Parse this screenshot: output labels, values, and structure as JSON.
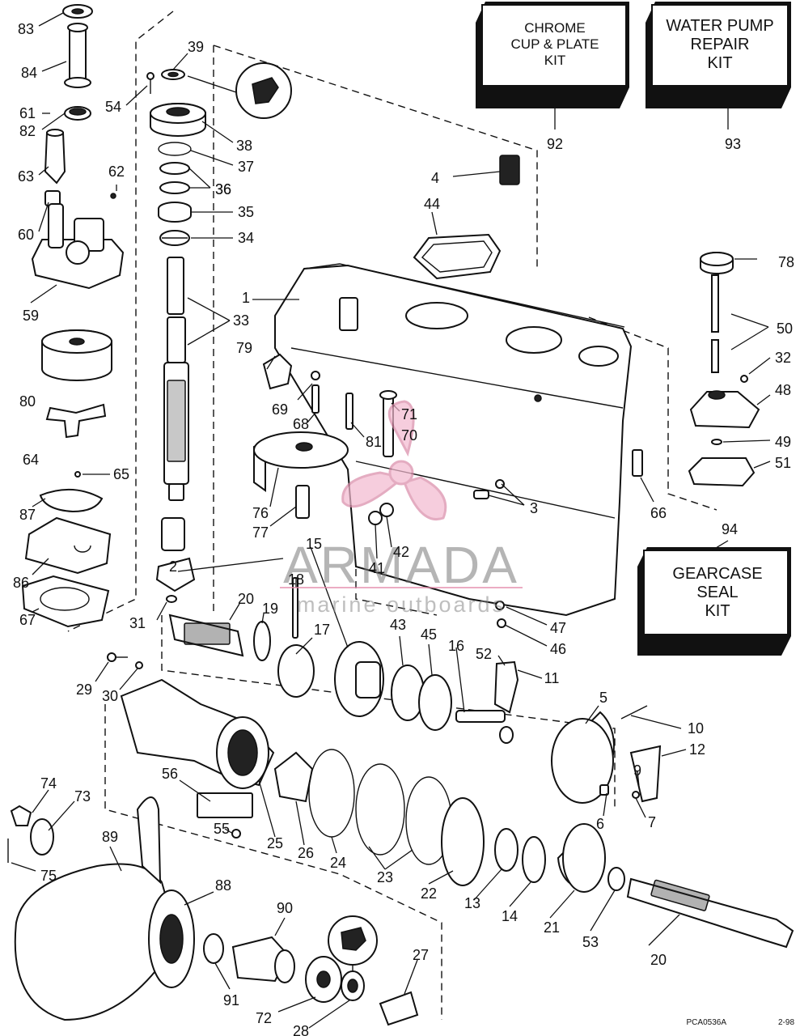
{
  "kits": {
    "chrome": {
      "lines": [
        "CHROME",
        "CUP & PLATE",
        "KIT"
      ],
      "number": "92"
    },
    "water_pump": {
      "lines": [
        "WATER PUMP",
        "REPAIR",
        "KIT"
      ],
      "number": "93"
    },
    "gearcase": {
      "lines": [
        "GEARCASE",
        "SEAL",
        "KIT"
      ],
      "number": "94"
    }
  },
  "watermark": {
    "brand": "ARMADA",
    "tagline": "marine outboards"
  },
  "footer": {
    "code": "PCA0536A",
    "date": "2-98"
  },
  "part_labels": [
    "83",
    "84",
    "61",
    "82",
    "63",
    "60",
    "59",
    "80",
    "64",
    "65",
    "87",
    "86",
    "67",
    "39",
    "54",
    "38",
    "37",
    "36",
    "36",
    "35",
    "34",
    "33",
    "62",
    "2",
    "31",
    "1",
    "4",
    "44",
    "79",
    "69",
    "68",
    "81",
    "71",
    "70",
    "76",
    "77",
    "15",
    "3",
    "41",
    "42",
    "78",
    "50",
    "32",
    "48",
    "49",
    "51",
    "66",
    "20",
    "19",
    "18",
    "17",
    "43",
    "45",
    "16",
    "52",
    "11",
    "47",
    "46",
    "29",
    "30",
    "5",
    "10",
    "12",
    "9",
    "7",
    "6",
    "74",
    "73",
    "56",
    "55",
    "25",
    "26",
    "24",
    "23",
    "22",
    "13",
    "14",
    "21",
    "53",
    "20",
    "75",
    "89",
    "88",
    "90",
    "91",
    "72",
    "28",
    "27"
  ]
}
